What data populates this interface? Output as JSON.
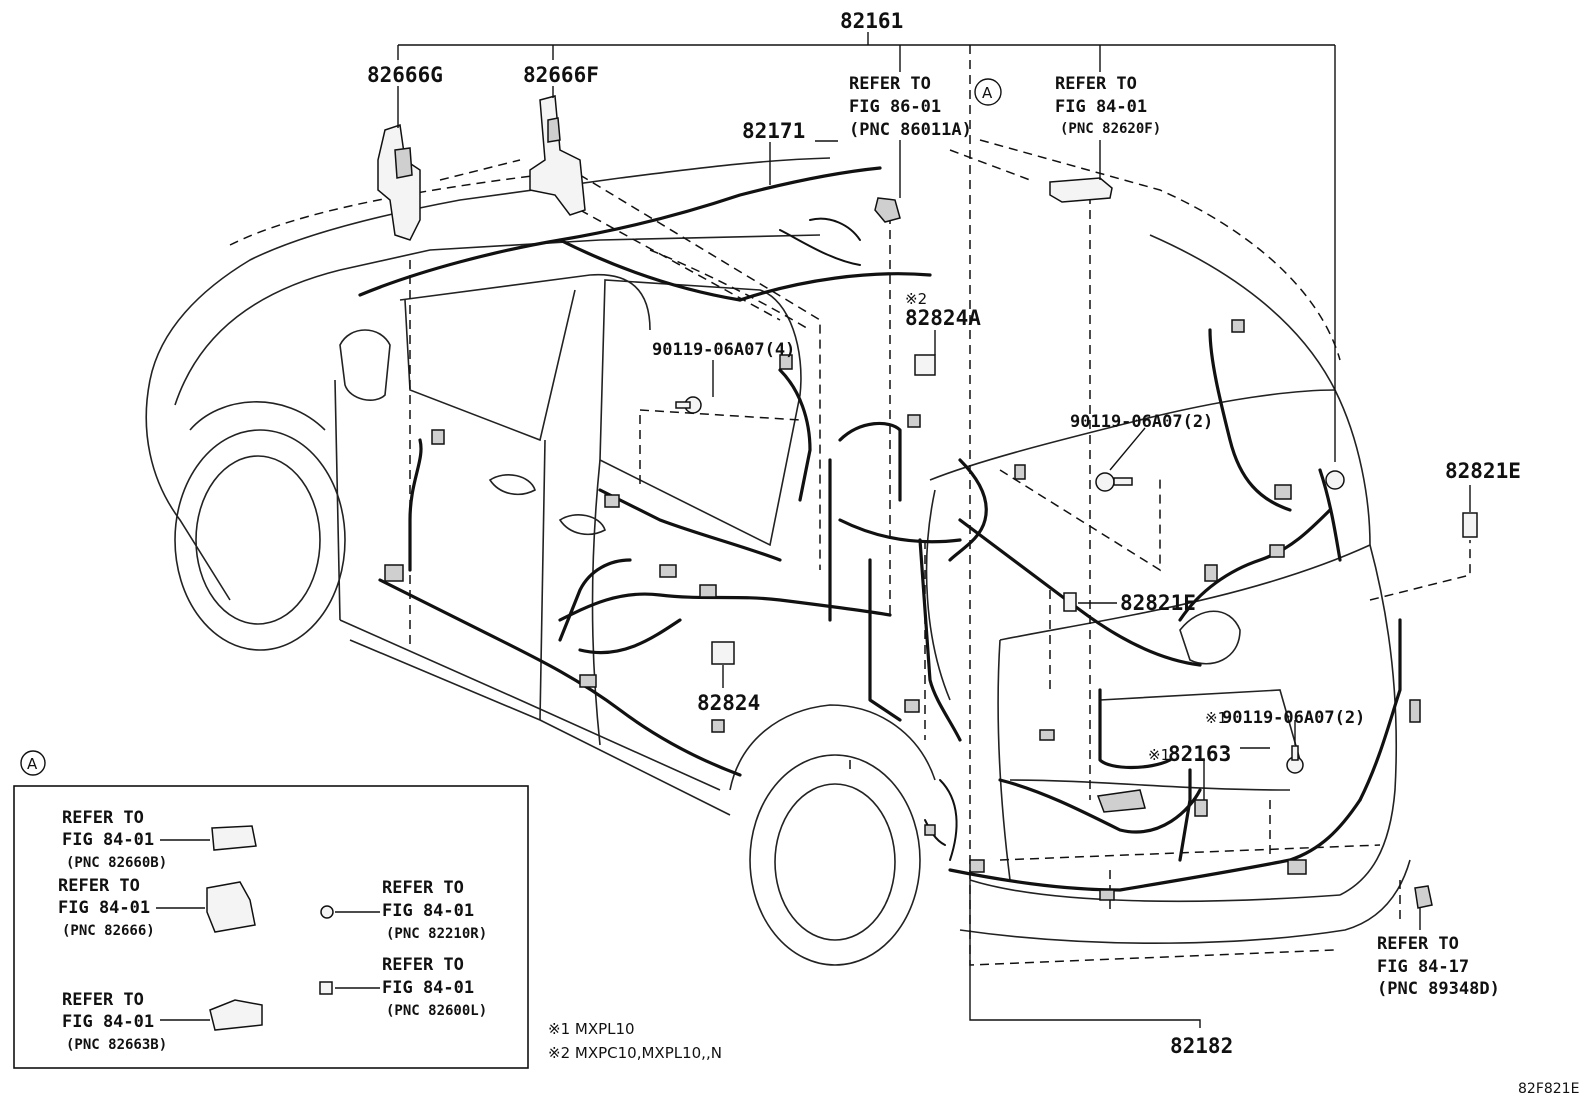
{
  "diagram": {
    "part_numbers": {
      "main_harness": "82161",
      "bracket_g": "82666G",
      "bracket_f": "82666F",
      "roof_harness": "82171",
      "relay_a": "82824A",
      "relay": "82824",
      "block_right": "82821E",
      "block_mid": "82821E",
      "back_door": "82163",
      "rear_harness": "82182",
      "bolt_4": "90119-06A07(4)",
      "bolt_2": "90119-06A07(2)",
      "bolt_2b": "90119-06A07(2)",
      "footer_code": "82F821E"
    },
    "marks": {
      "relay_a_mark": "※2",
      "back_door_mark": "※1",
      "bolt_2b_mark": "※1",
      "circle_a": "A",
      "inset_circle": "A"
    },
    "refers": {
      "fig86": [
        "REFER TO",
        "FIG 86-01",
        "(PNC 86011A)"
      ],
      "fig84_top": [
        "REFER TO",
        "FIG 84-01",
        "(PNC 82620F)"
      ],
      "fig84_17": [
        "REFER TO",
        "FIG 84-17",
        "(PNC 89348D)"
      ]
    },
    "inset": {
      "items": [
        [
          "REFER TO",
          "FIG 84-01",
          "(PNC 82660B)"
        ],
        [
          "REFER TO",
          "FIG 84-01",
          "(PNC 82666)"
        ],
        [
          "REFER TO",
          "FIG 84-01",
          "(PNC 82663B)"
        ],
        [
          "REFER TO",
          "FIG 84-01",
          "(PNC 82210R)"
        ],
        [
          "REFER TO",
          "FIG 84-01",
          "(PNC 82600L)"
        ]
      ]
    },
    "notes": {
      "note1": "※1 MXPL10",
      "note2": "※2 MXPC10,MXPL10,,N"
    }
  }
}
